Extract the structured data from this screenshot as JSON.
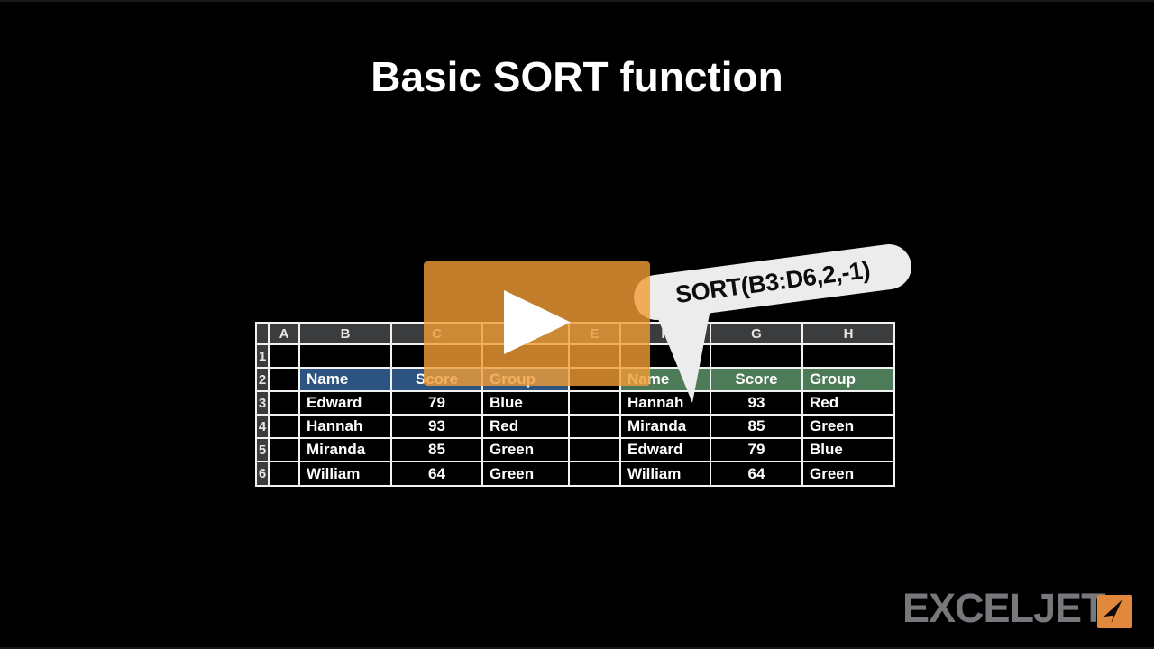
{
  "video": {
    "title": "Basic SORT function"
  },
  "play_button": {
    "icon": "play-triangle-icon",
    "overlay_color": "#f19c35",
    "triangle_color": "#ffffff"
  },
  "callout": {
    "text": "SORT(B3:D6,2,-1)",
    "bg_color": "#ececec",
    "text_color": "#0d0d0d"
  },
  "logo": {
    "text": "EXCELJET",
    "text_color": "#76787b",
    "square_color": "#e2883c",
    "icon": "paper-plane-icon"
  },
  "spreadsheet": {
    "corner_label": "",
    "column_letters": [
      "A",
      "B",
      "C",
      "D",
      "E",
      "F",
      "G",
      "H"
    ],
    "row_numbers": [
      "1",
      "2",
      "3",
      "4",
      "5",
      "6"
    ],
    "header_bg": "#3a3c3e",
    "gridline_color": "#f2f2f2",
    "left_table": {
      "range": "B2:D6",
      "header_bg": "#2d5480",
      "headers": [
        "Name",
        "Score",
        "Group"
      ],
      "rows": [
        [
          "Edward",
          "79",
          "Blue"
        ],
        [
          "Hannah",
          "93",
          "Red"
        ],
        [
          "Miranda",
          "85",
          "Green"
        ],
        [
          "William",
          "64",
          "Green"
        ]
      ]
    },
    "right_table": {
      "range": "F2:H6",
      "header_bg": "#4e7b57",
      "headers": [
        "Name",
        "Score",
        "Group"
      ],
      "rows": [
        [
          "Hannah",
          "93",
          "Red"
        ],
        [
          "Miranda",
          "85",
          "Green"
        ],
        [
          "Edward",
          "79",
          "Blue"
        ],
        [
          "William",
          "64",
          "Green"
        ]
      ]
    }
  }
}
